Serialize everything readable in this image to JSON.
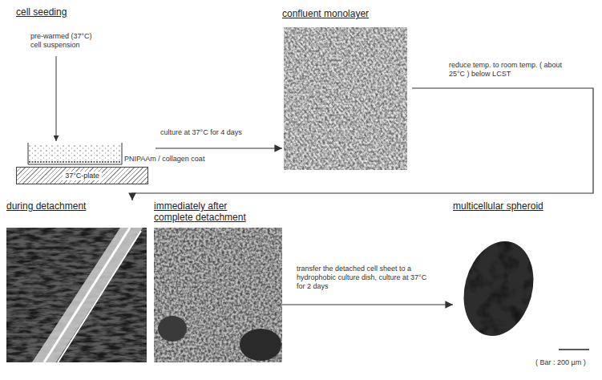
{
  "diagram": {
    "nodes": [
      {
        "text": [
          "cell seeding"
        ]
      },
      {
        "text": [
          "37°C-plate"
        ],
        "in": 0
      },
      {
        "text": [
          "confluent monolayer"
        ]
      },
      {
        "text": [
          "during detachment"
        ]
      },
      {
        "text": [
          "immediately after complete detachment"
        ]
      },
      {
        "text": [
          "multicellular spheroid"
        ]
      }
    ],
    "edges": [
      {
        "from": 0,
        "to": 2,
        "arrow": "to",
        "label": "culture at 37°C for 4 days"
      },
      {
        "from": 2,
        "to": 3,
        "arrow": "to",
        "label": "reduce temp. to room temp. ( about 25°C ) below LCST"
      },
      {
        "from": 4,
        "to": 5,
        "arrow": "to",
        "label": "transfer the detached cell sheet to a hydrophobic culture dish, culture at 37°C for 2 days"
      }
    ],
    "labels": [
      "pre-warmed (37°C) cell suspension",
      "PNIPAAm / collagen coat",
      "( Bar : 200 µm )"
    ]
  }
}
